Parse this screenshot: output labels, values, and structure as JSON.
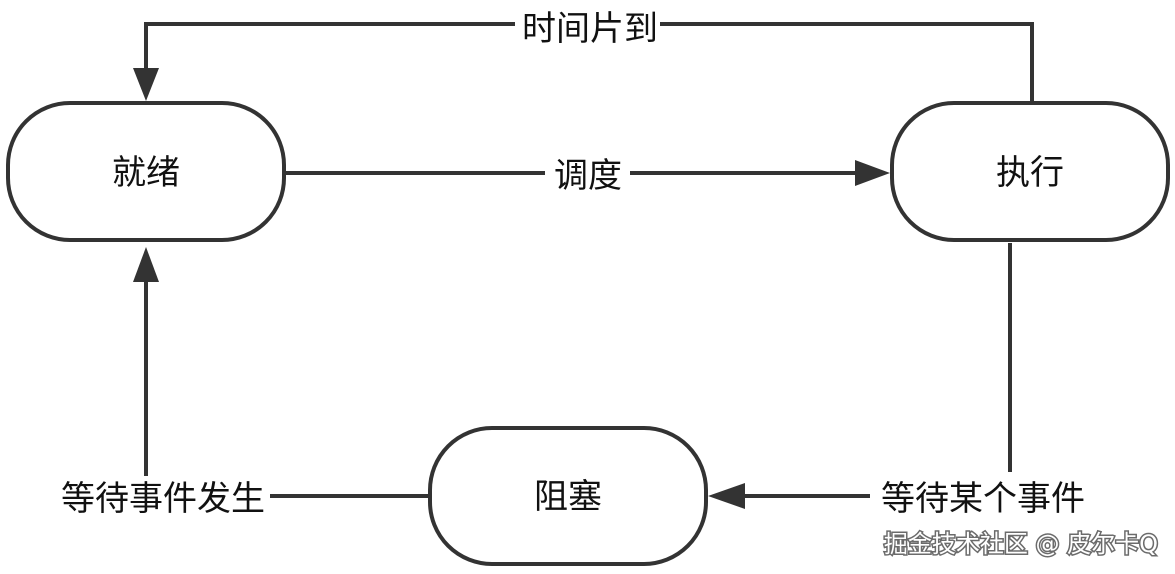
{
  "states": {
    "ready": "就绪",
    "running": "执行",
    "blocked": "阻塞"
  },
  "transitions": {
    "time_slice": "时间片到",
    "schedule": "调度",
    "wait_event": "等待某个事件",
    "event_occurs": "等待事件发生"
  },
  "watermark": "掘金技术社区 @ 皮尔卡Q",
  "colors": {
    "stroke": "#333333",
    "text": "#111111",
    "background": "#ffffff"
  }
}
